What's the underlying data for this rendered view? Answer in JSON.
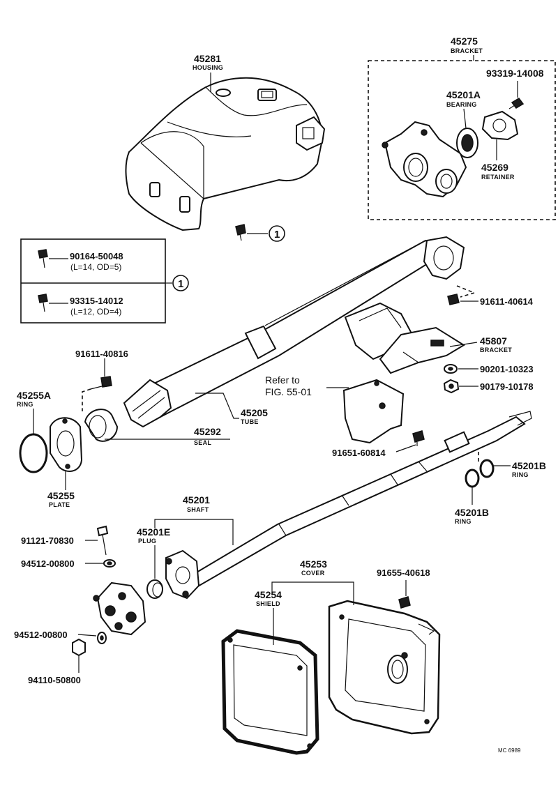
{
  "parts": {
    "housing": {
      "number": "45281",
      "name": "HOUSING"
    },
    "bracket_asm": {
      "number": "45275",
      "name": "BRACKET"
    },
    "bolt_93319": {
      "number": "93319-14008"
    },
    "bearing": {
      "number": "45201A",
      "name": "BEARING"
    },
    "retainer": {
      "number": "45269",
      "name": "RETAINER"
    },
    "callout_one": {
      "label": "1"
    },
    "screw_a": {
      "number": "90164-50048",
      "spec": "(L=14, OD=5)"
    },
    "screw_b": {
      "number": "93315-14012",
      "spec": "(L=12, OD=4)"
    },
    "legend_one": {
      "label": "1"
    },
    "bolt_91611_40614": {
      "number": "91611-40614"
    },
    "bracket_45807": {
      "number": "45807",
      "name": "BRACKET"
    },
    "washer_90201": {
      "number": "90201-10323"
    },
    "nut_90179": {
      "number": "90179-10178"
    },
    "refer": {
      "line1": "Refer to",
      "line2": "FIG. 55-01"
    },
    "bolt_91611_40816": {
      "number": "91611-40816"
    },
    "ring_45255a": {
      "number": "45255A",
      "name": "RING"
    },
    "tube": {
      "number": "45205",
      "name": "TUBE"
    },
    "seal": {
      "number": "45292",
      "name": "SEAL"
    },
    "plate": {
      "number": "45255",
      "name": "PLATE"
    },
    "bolt_91651": {
      "number": "91651-60814"
    },
    "ring_45201b_upper": {
      "number": "45201B",
      "name": "RING"
    },
    "ring_45201b_lower": {
      "number": "45201B",
      "name": "RING"
    },
    "shaft": {
      "number": "45201",
      "name": "SHAFT"
    },
    "plug": {
      "number": "45201E",
      "name": "PLUG"
    },
    "bolt_91121": {
      "number": "91121-70830"
    },
    "washer_94512_top": {
      "number": "94512-00800"
    },
    "washer_94512_bottom": {
      "number": "94512-00800"
    },
    "nut_94110": {
      "number": "94110-50800"
    },
    "cover": {
      "number": "45253",
      "name": "COVER"
    },
    "bolt_91655": {
      "number": "91655-40618"
    },
    "shield": {
      "number": "45254",
      "name": "SHIELD"
    }
  },
  "drawing_code": "MC 6989"
}
